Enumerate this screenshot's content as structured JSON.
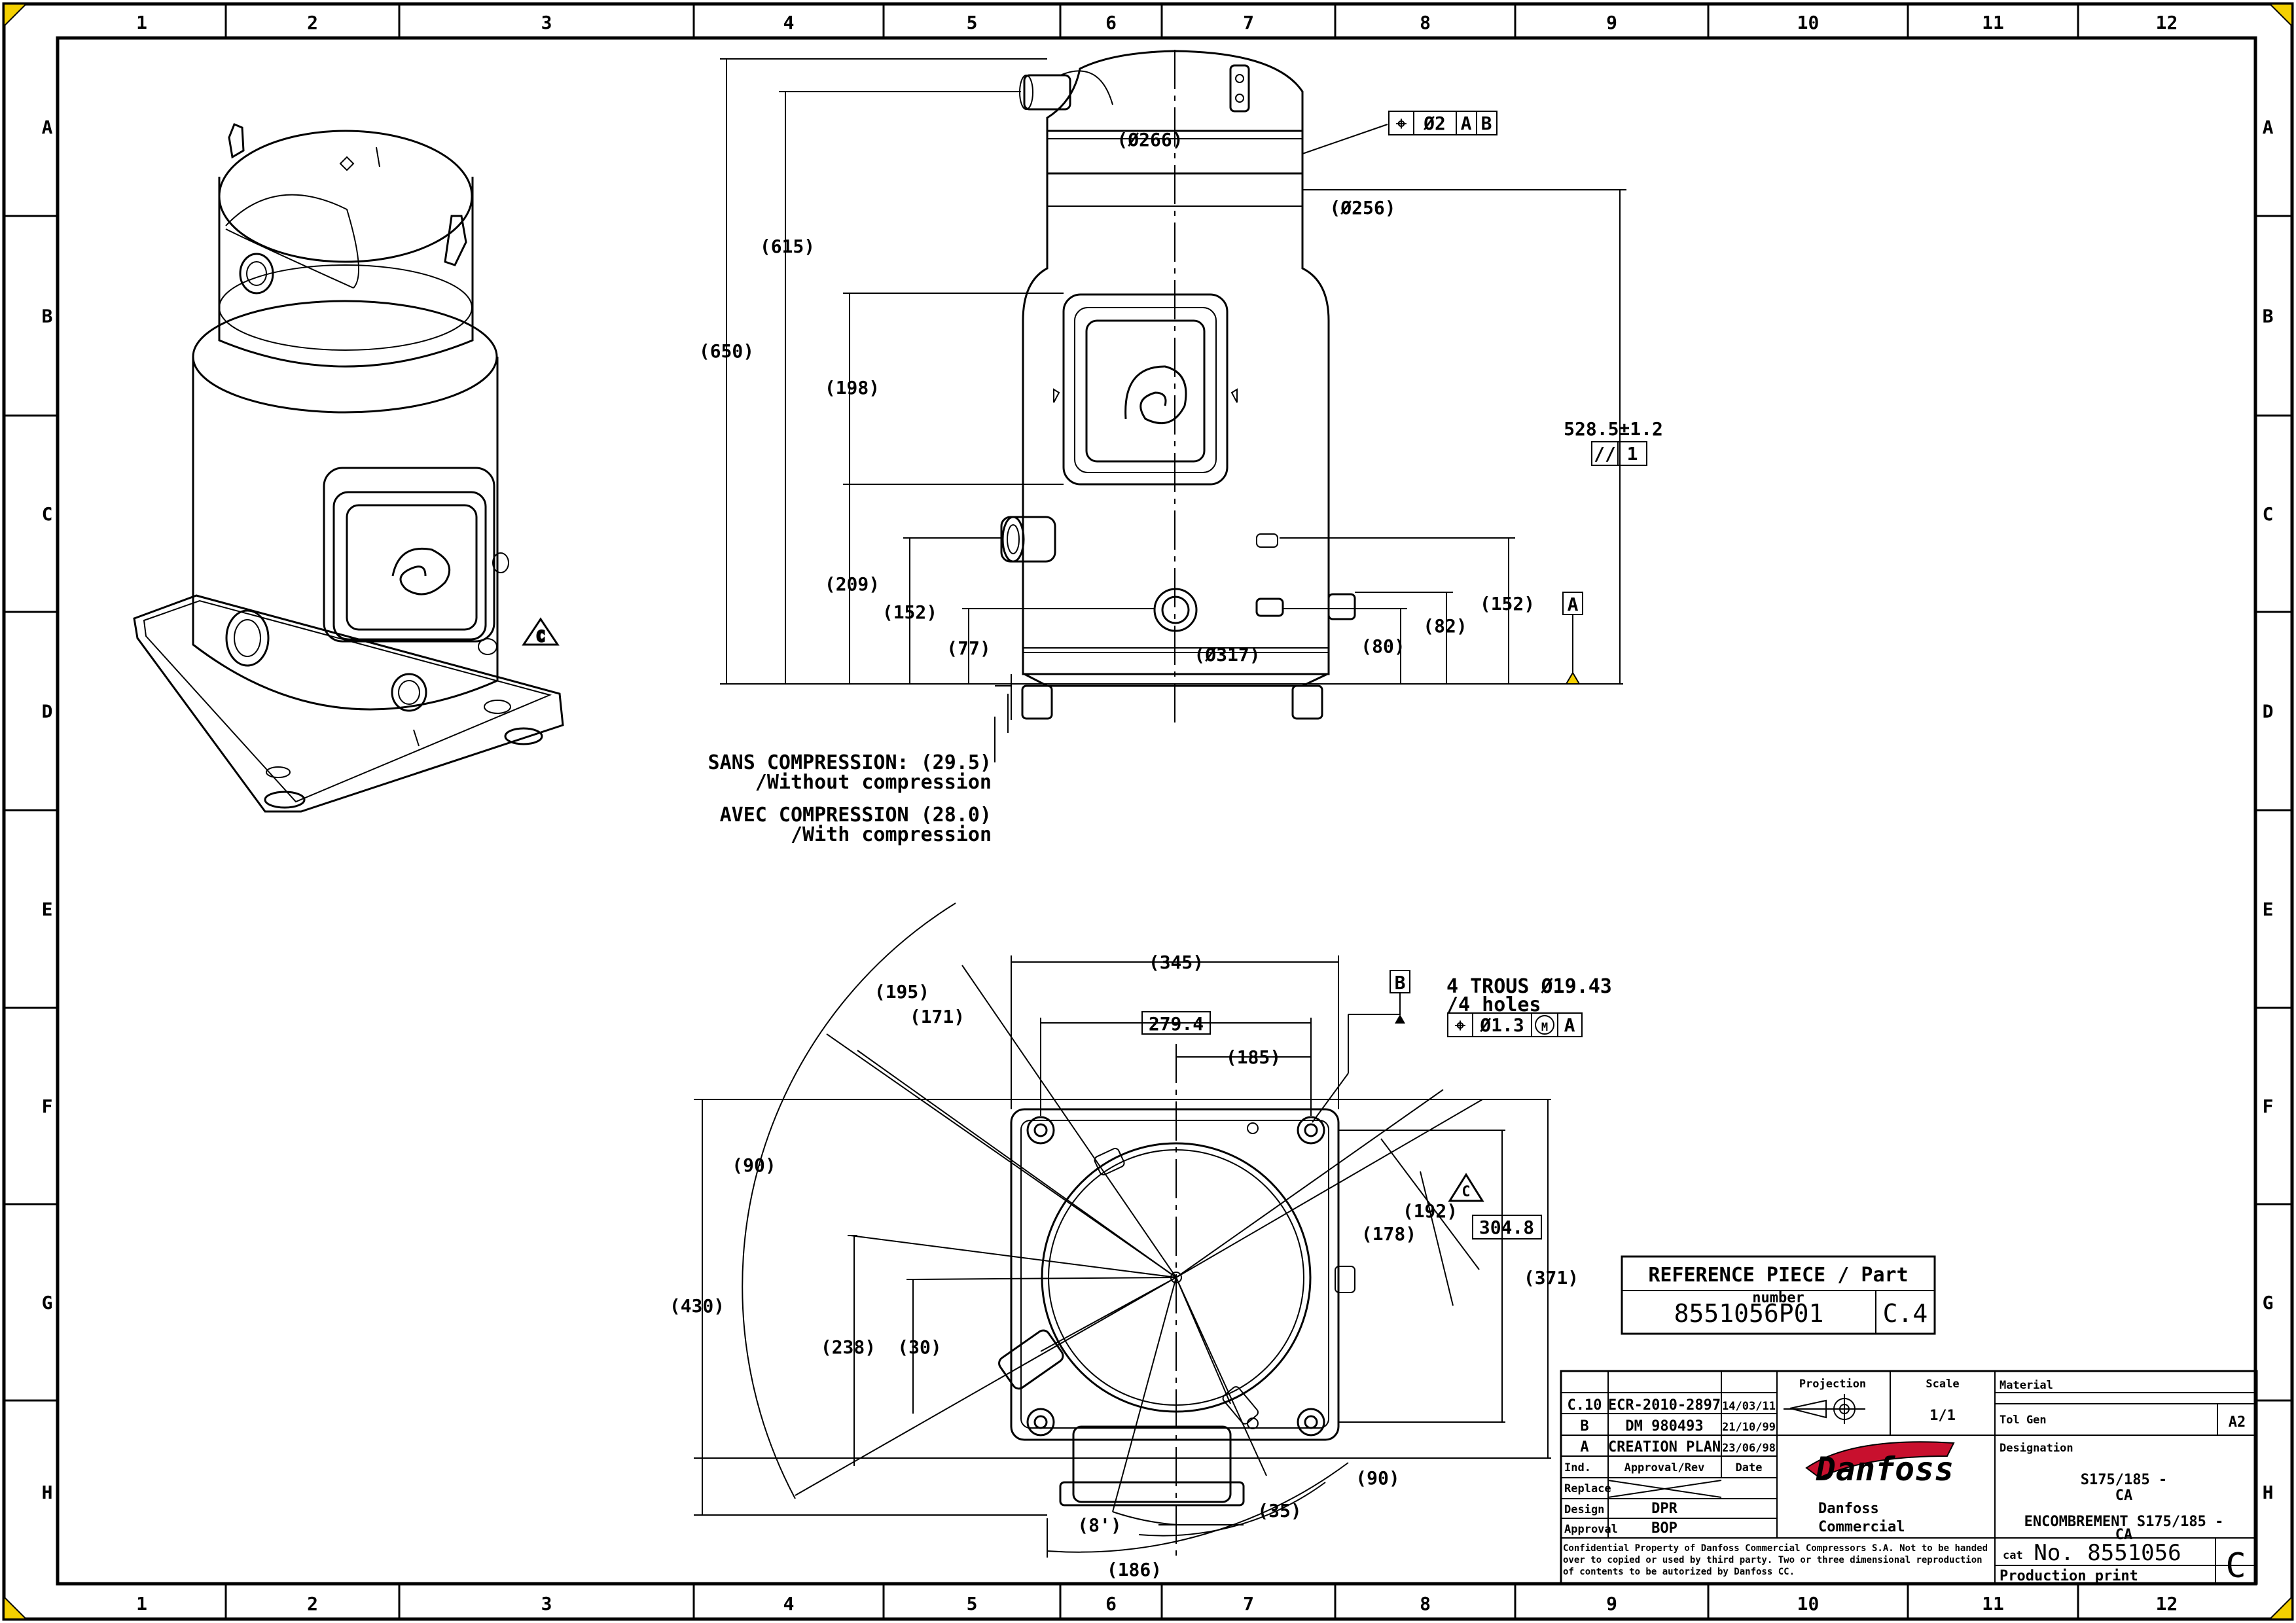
{
  "border": {
    "col_labels": [
      "1",
      "2",
      "3",
      "4",
      "5",
      "6",
      "7",
      "8",
      "9",
      "10",
      "11",
      "12"
    ],
    "row_labels": [
      "A",
      "B",
      "C",
      "D",
      "E",
      "F",
      "G",
      "H"
    ]
  },
  "front_view": {
    "dims": {
      "d266": "(Ø266)",
      "d256": "(Ø256)",
      "h615": "(615)",
      "h650": "(650)",
      "h198": "(198)",
      "h209": "(209)",
      "h152_left": "(152)",
      "h77": "(77)",
      "d317": "(Ø317)",
      "h80": "(80)",
      "h82": "(82)",
      "h152_right": "(152)",
      "h528": "528.5±1.2"
    },
    "flatness": {
      "symbol": "//",
      "value": "1"
    },
    "position_tol": {
      "symbol": "⌖",
      "value": "Ø2",
      "datum1": "A",
      "datum2": "B"
    },
    "datum_a": "A",
    "notes": {
      "sans_fr": "SANS COMPRESSION: (29.5)",
      "sans_en": "/Without compression",
      "avec_fr": "AVEC COMPRESSION (28.0)",
      "avec_en": "/With compression"
    }
  },
  "iso_view": {
    "revision_mark": "C"
  },
  "plan_view": {
    "dims": {
      "w345": "(345)",
      "w279": "279.4",
      "w185": "(185)",
      "r195": "(195)",
      "r171": "(171)",
      "a90_top": "(90)",
      "h430": "(430)",
      "h238": "(238)",
      "h30": "(30)",
      "h178": "(178)",
      "h192": "(192)",
      "h304": "304.8",
      "h371": "(371)",
      "a90_bottom": "(90)",
      "w35": "(35)",
      "w8": "(8')",
      "w186": "(186)"
    },
    "datum_b": "B",
    "holes_fr": "4 TROUS Ø19.43",
    "holes_en": "/4 holes",
    "hole_tol": {
      "symbol": "⌖",
      "value": "Ø1.3",
      "modifier": "M",
      "datum": "A"
    },
    "revision_mark": "C"
  },
  "reference": {
    "title": "REFERENCE PIECE / Part",
    "subtitle": "number",
    "part_number": "8551056P01",
    "revision": "C.4"
  },
  "title_block": {
    "revisions": [
      {
        "rev": "C.10",
        "desc": "ECR-2010-2897",
        "date": "14/03/11"
      },
      {
        "rev": "B",
        "desc": "DM 980493",
        "date": "21/10/99"
      },
      {
        "rev": "A",
        "desc": "CREATION PLAN",
        "date": "23/06/98"
      }
    ],
    "header": {
      "ind": "Ind.",
      "approval": "Approval/Rev",
      "date": "Date"
    },
    "replace_label": "Replace",
    "design_label": "Design",
    "design_value": "DPR",
    "approval_label": "Approval",
    "approval_value": "BOP",
    "projection_label": "Projection",
    "scale_label": "Scale",
    "scale_value": "1/1",
    "material_label": "Material",
    "tol_label": "Tol Gen",
    "tol_value": "A2",
    "designation_label": "Designation",
    "designation_line1": "S175/185 -",
    "designation_line2": "CA",
    "designation_line3": "ENCOMBREMENT S175/185 -",
    "designation_line4": "CA",
    "logo_text": "Danfoss",
    "company_line1": "Danfoss",
    "company_line2": "Commercial",
    "confidential_1": "Confidential Property of Danfoss Commercial Compressors S.A. Not to be handed",
    "confidential_2": "over to copied or used by third party. Two or three dimensional reproduction",
    "confidential_3": "of contents to be autorized by Danfoss CC.",
    "cat_label": "cat",
    "number": "No. 8551056",
    "status": "Production print",
    "revision": "C"
  }
}
